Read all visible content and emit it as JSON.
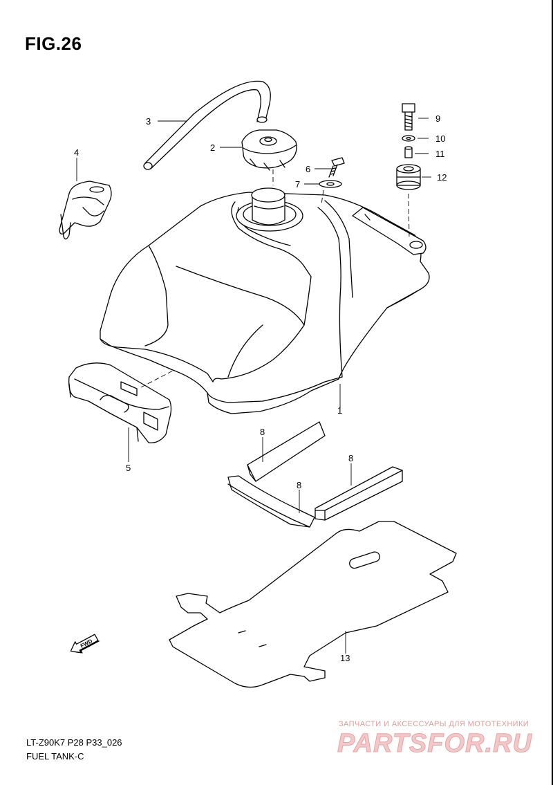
{
  "figure": {
    "title": "FIG.26"
  },
  "callouts": [
    {
      "id": "c1",
      "text": "1"
    },
    {
      "id": "c2",
      "text": "2"
    },
    {
      "id": "c3",
      "text": "3"
    },
    {
      "id": "c4",
      "text": "4"
    },
    {
      "id": "c5",
      "text": "5"
    },
    {
      "id": "c6",
      "text": "6"
    },
    {
      "id": "c7",
      "text": "7"
    },
    {
      "id": "c8a",
      "text": "8"
    },
    {
      "id": "c8b",
      "text": "8"
    },
    {
      "id": "c8c",
      "text": "8"
    },
    {
      "id": "c9",
      "text": "9"
    },
    {
      "id": "c10",
      "text": "10"
    },
    {
      "id": "c11",
      "text": "11"
    },
    {
      "id": "c12",
      "text": "12"
    },
    {
      "id": "c13",
      "text": "13"
    }
  ],
  "fwd_label": "FWD",
  "footer": {
    "code": "LT-Z90K7  P28  P33_026",
    "caption": "FUEL TANK-C"
  },
  "watermark": {
    "tagline": "ЗАПЧАСТИ И АКСЕССУАРЫ ДЛЯ МОТОТЕХНИКИ",
    "logo": "PARTSFOR.RU",
    "color": "#e6a3a3"
  }
}
